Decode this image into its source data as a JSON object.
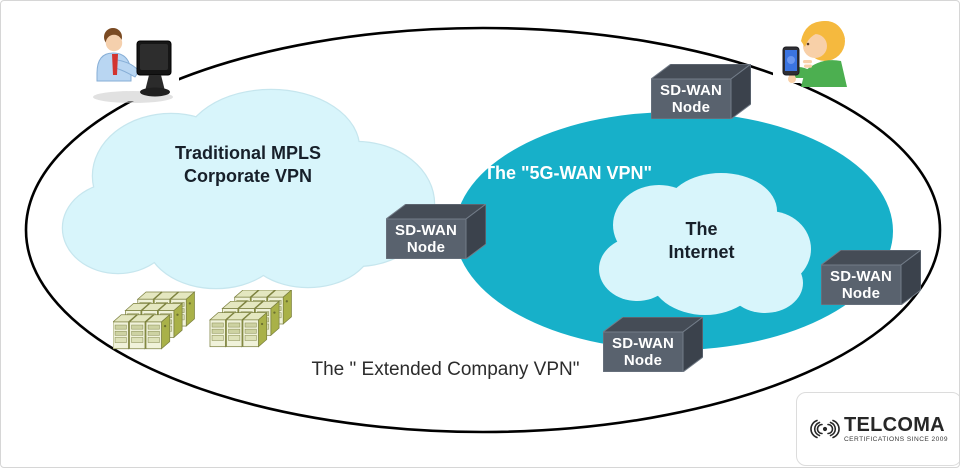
{
  "boundary": {
    "label": "The \" Extended Company VPN\""
  },
  "clouds": {
    "mpls": {
      "line1": "Traditional MPLS",
      "line2": "Corporate VPN"
    },
    "wan5g": {
      "label": "The \"5G-WAN VPN\""
    },
    "internet": {
      "line1": "The",
      "line2": "Internet"
    }
  },
  "nodes": [
    {
      "id": "top",
      "line1": "SD-WAN",
      "line2": "Node"
    },
    {
      "id": "left",
      "line1": "SD-WAN",
      "line2": "Node"
    },
    {
      "id": "right",
      "line1": "SD-WAN",
      "line2": "Node"
    },
    {
      "id": "bottom",
      "line1": "SD-WAN",
      "line2": "Node"
    }
  ],
  "logo": {
    "name": "TELCOMA",
    "tagline": "CERTIFICATIONS SINCE 2009"
  },
  "icons": {
    "radio-waves-icon": "((•))",
    "office-user-illustration": "person working at desktop computer",
    "mobile-user-illustration": "person holding smartphone",
    "server-stack-illustration": "two clusters of stacked server towers"
  },
  "colors": {
    "boundary_stroke": "#000000",
    "wan_cloud_fill": "#17b0c9",
    "light_cloud_fill": "#d8f5fb",
    "node_front": "#59626e",
    "node_top": "#454c56",
    "node_side": "#3b424c",
    "node_text": "#ffffff",
    "server_olive": "#a9b148",
    "server_front": "#f0f2da",
    "logo_text": "#272727"
  }
}
